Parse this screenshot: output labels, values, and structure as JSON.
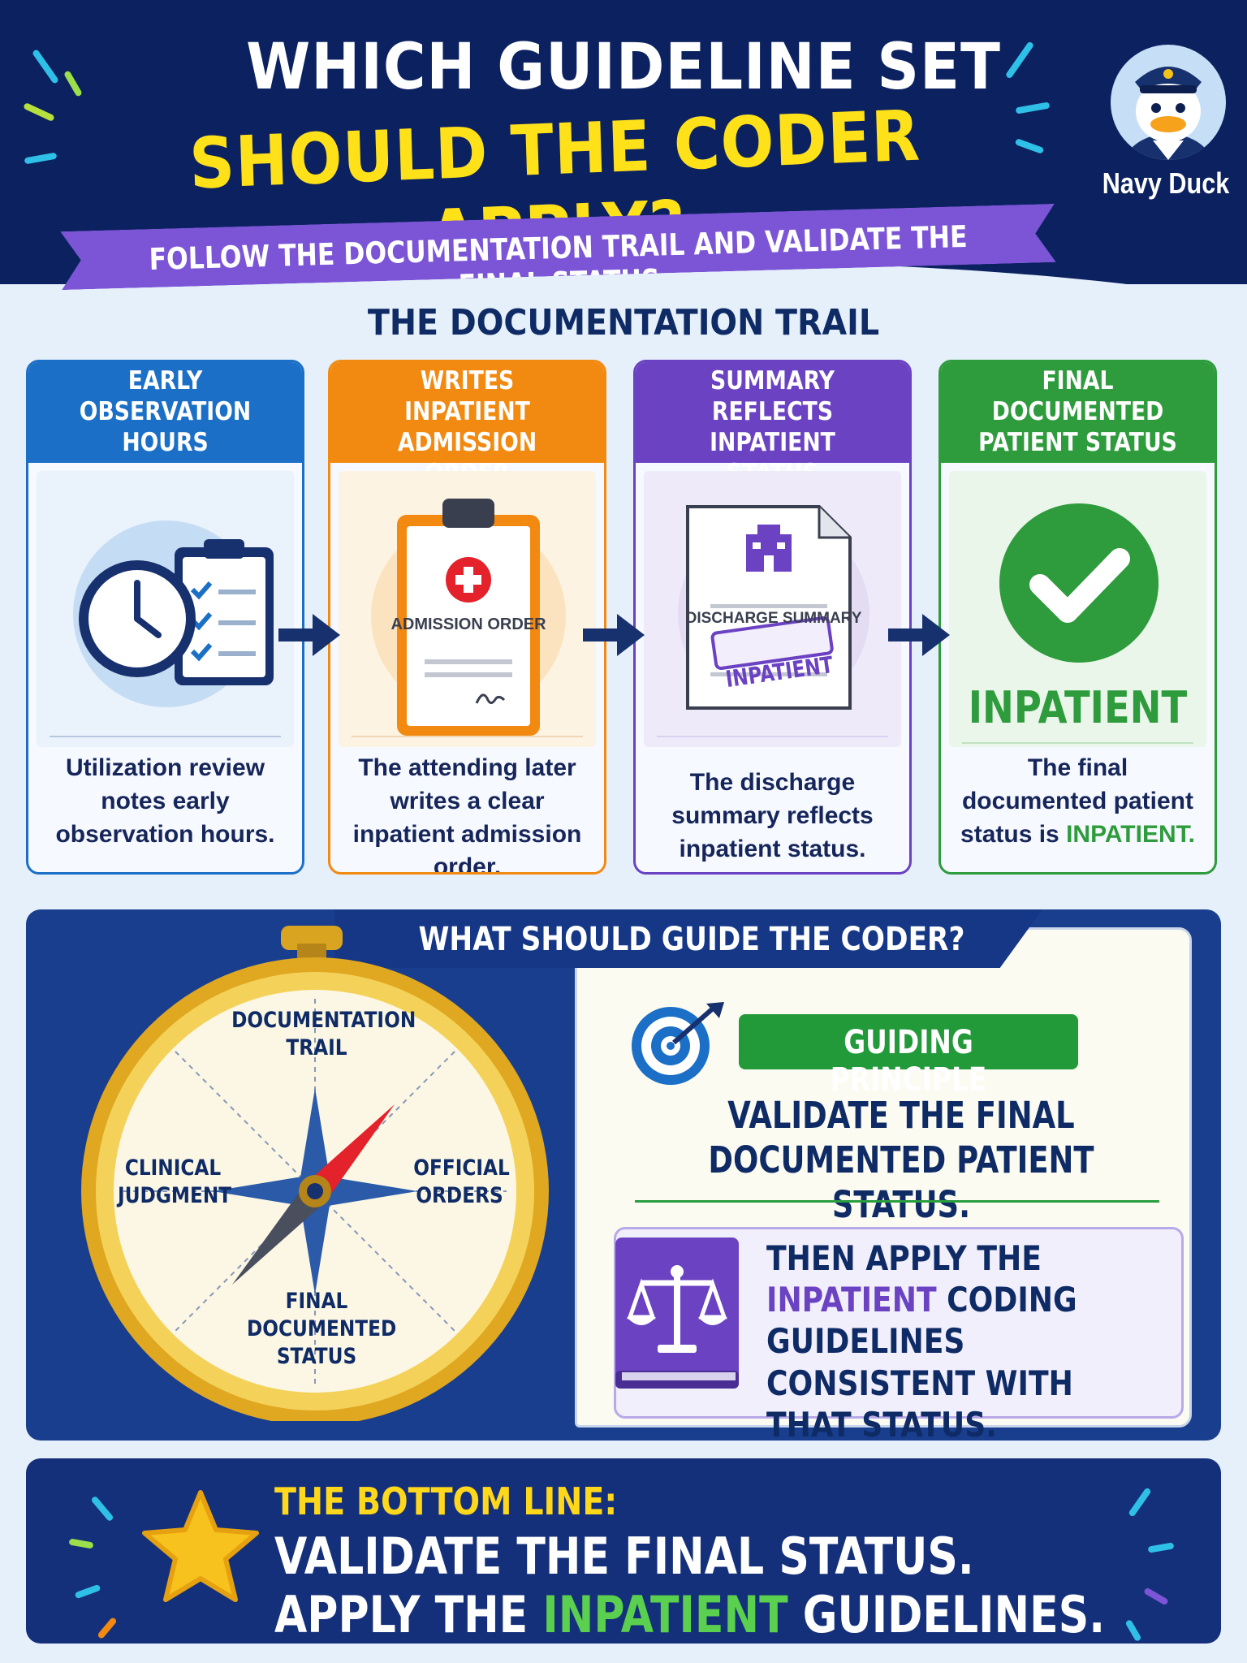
{
  "header": {
    "title_line1": "WHICH GUIDELINE SET",
    "title_line2": "SHOULD THE CODER APPLY?",
    "subtitle": "FOLLOW THE DOCUMENTATION TRAIL AND VALIDATE THE FINAL STATUS",
    "brand": "Navy Duck"
  },
  "trail": {
    "title": "THE DOCUMENTATION TRAIL",
    "cards": [
      {
        "heading": "EARLY OBSERVATION HOURS",
        "text": "Utilization review notes early observation hours.",
        "color": "#1b6fc6",
        "icon": "clock-clipboard-icon"
      },
      {
        "heading": "ATTENDING WRITES INPATIENT ADMISSION ORDER",
        "doc_label": "ADMISSION ORDER",
        "text": "The attending later writes a clear inpatient admission order.",
        "color": "#f28a12",
        "icon": "admission-order-icon"
      },
      {
        "heading": "DISCHARGE SUMMARY REFLECTS INPATIENT STATUS",
        "doc_label": "DISCHARGE SUMMARY",
        "stamp": "INPATIENT",
        "text": "The discharge summary reflects inpatient status.",
        "color": "#6a42c2",
        "icon": "discharge-summary-icon"
      },
      {
        "heading": "FINAL DOCUMENTED PATIENT STATUS",
        "status": "INPATIENT",
        "text_prefix": "The final documented patient status is",
        "text_emphasis": "INPATIENT.",
        "color": "#2e9b3c",
        "icon": "checkmark-icon"
      }
    ]
  },
  "guide": {
    "title": "WHAT SHOULD GUIDE THE CODER?",
    "compass": {
      "north": "DOCUMENTATION TRAIL",
      "west": "CLINICAL JUDGMENT",
      "east": "OFFICIAL ORDERS",
      "south": "FINAL DOCUMENTED STATUS"
    },
    "principle_label": "GUIDING PRINCIPLE",
    "principle_text": "VALIDATE THE FINAL DOCUMENTED PATIENT STATUS.",
    "apply_prefix": "THEN APPLY THE",
    "apply_emphasis": "INPATIENT",
    "apply_suffix": "CODING GUIDELINES CONSISTENT WITH THAT STATUS."
  },
  "bottom": {
    "label": "THE BOTTOM LINE:",
    "line1": "VALIDATE THE FINAL STATUS.",
    "line2_prefix": "APPLY THE",
    "line2_emphasis": "INPATIENT",
    "line2_suffix": "GUIDELINES."
  },
  "colors": {
    "navy": "#0c2260",
    "yellow": "#ffe11a",
    "purple": "#7b55d6",
    "green": "#2e9b3c",
    "orange": "#f28a12",
    "blue": "#1b6fc6"
  }
}
